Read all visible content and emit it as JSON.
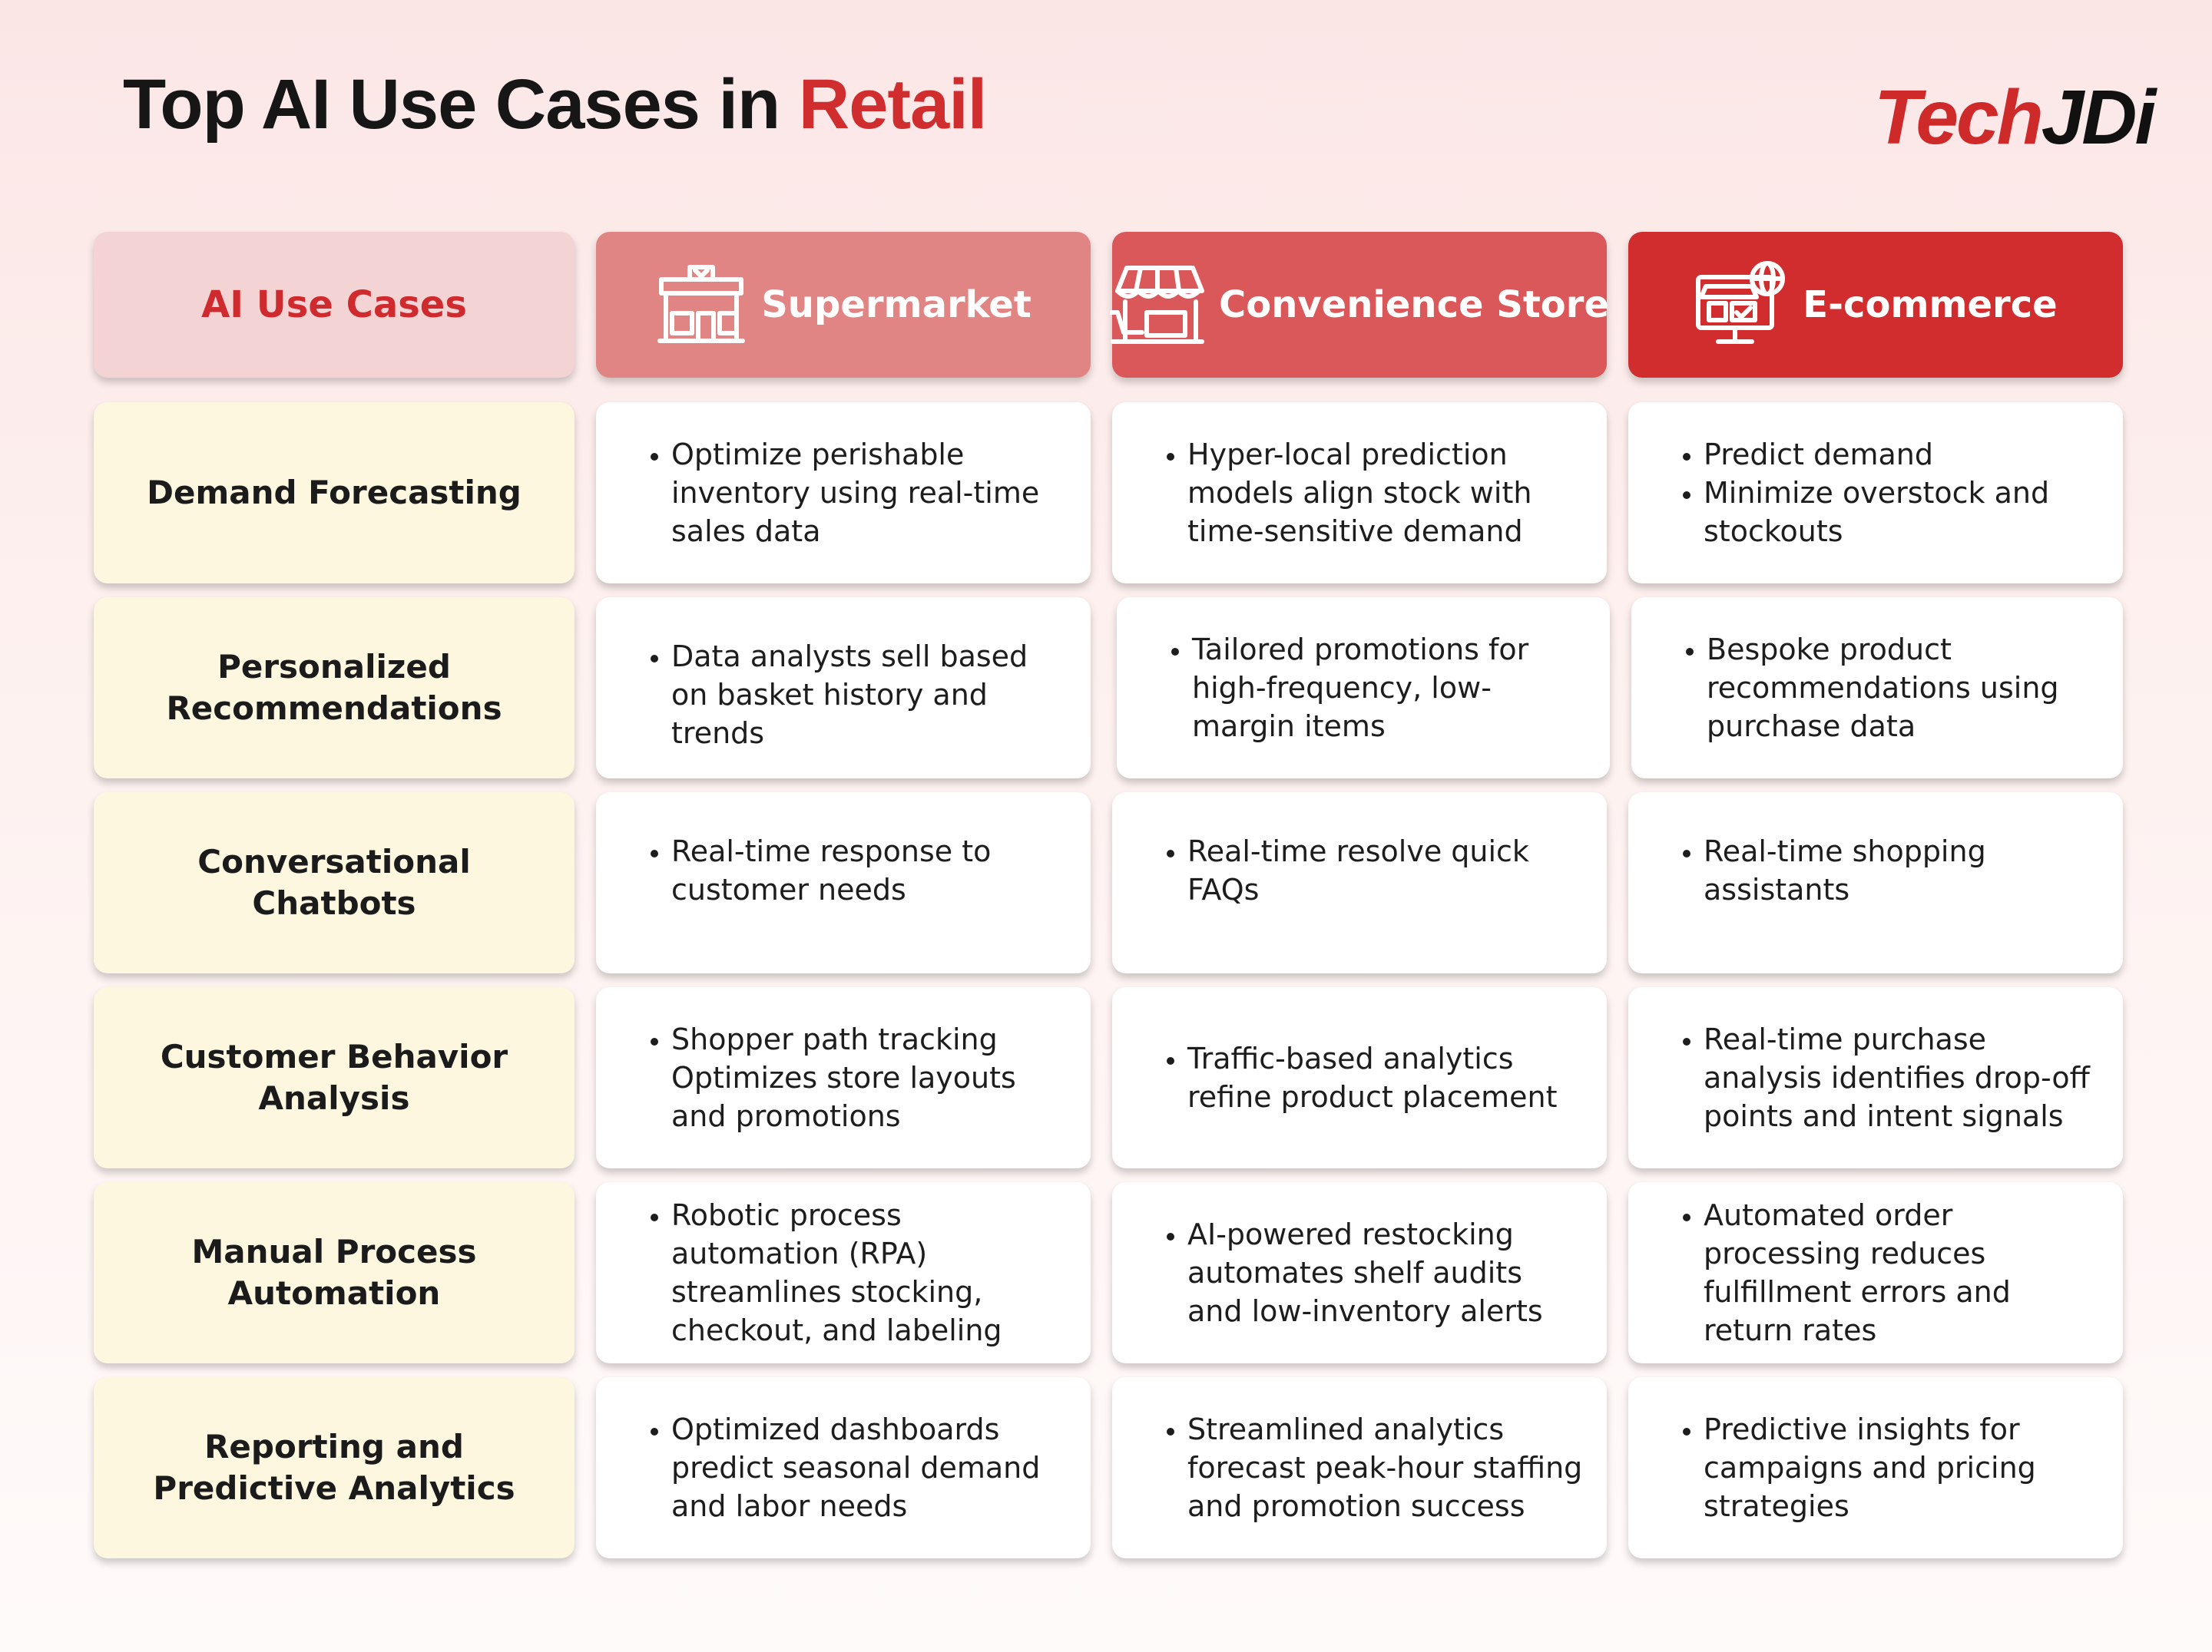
{
  "title": {
    "main": "Top AI Use Cases in",
    "accent": "Retail"
  },
  "logo": {
    "part1": "Tech",
    "part2": "JDi"
  },
  "colors": {
    "accent": "#d02e2e",
    "header_ai": "#f4d3d5",
    "header_supermarket": "#e18584",
    "header_convenience": "#da5859",
    "header_ecommerce": "#d12d2f",
    "row_label_bg": "#fdf7df"
  },
  "headers": [
    {
      "label": "AI Use Cases",
      "icon": ""
    },
    {
      "label": "Supermarket",
      "icon": "supermarket-store-icon"
    },
    {
      "label": "Convenience Store",
      "icon": "convenience-store-icon"
    },
    {
      "label": "E-commerce",
      "icon": "ecommerce-globe-icon"
    }
  ],
  "rows": [
    {
      "label": "Demand Forecasting",
      "cells": [
        [
          "Optimize perishable inventory using real-time sales data"
        ],
        [
          "Hyper-local prediction models align stock with time-sensitive demand"
        ],
        [
          "Predict demand",
          "Minimize overstock and stockouts"
        ]
      ]
    },
    {
      "label": "Personalized Recommendations",
      "cells": [
        [
          "Data analysts sell based on basket history and trends"
        ],
        [
          "Tailored promotions for high-frequency, low-margin items"
        ],
        [
          "Bespoke product recommendations using purchase data"
        ]
      ]
    },
    {
      "label": "Conversational Chatbots",
      "cells": [
        [
          "Real-time response to customer needs"
        ],
        [
          "Real-time resolve quick FAQs"
        ],
        [
          "Real-time shopping assistants"
        ]
      ]
    },
    {
      "label": "Customer Behavior Analysis",
      "cells": [
        [
          "Shopper path tracking Optimizes store layouts and promotions"
        ],
        [
          "Traffic-based analytics refine product placement"
        ],
        [
          "Real-time purchase analysis identifies drop-off points and intent signals"
        ]
      ]
    },
    {
      "label": "Manual Process Automation",
      "cells": [
        [
          "Robotic process automation (RPA) streamlines stocking, checkout, and labeling"
        ],
        [
          "AI-powered restocking automates shelf audits and low-inventory alerts"
        ],
        [
          "Automated order processing reduces fulfillment errors and return rates"
        ]
      ]
    },
    {
      "label": "Reporting and Predictive Analytics",
      "cells": [
        [
          "Optimized dashboards predict seasonal demand and labor needs"
        ],
        [
          "Streamlined analytics forecast peak-hour staffing and promotion success"
        ],
        [
          "Predictive insights for campaigns and pricing strategies"
        ]
      ]
    }
  ]
}
